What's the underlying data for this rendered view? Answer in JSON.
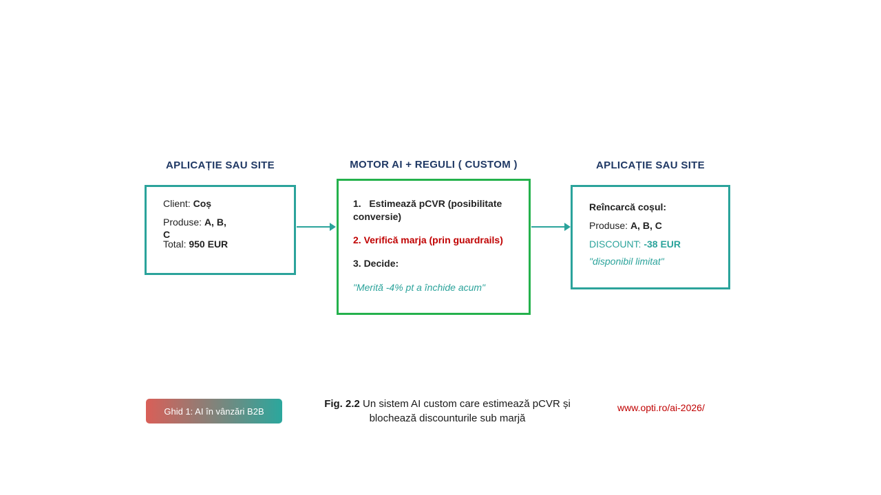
{
  "columns": {
    "left": {
      "heading": "APLICAȚIE SAU SITE",
      "client_label": "Client: ",
      "client_value": "Coș",
      "produse_label": "Produse: ",
      "produse_value": "A, B, C",
      "total_label": "Total: ",
      "total_value": "950 EUR"
    },
    "engine": {
      "heading": "MOTOR AI + REGULI ( CUSTOM )",
      "step1": "1.   Estimează pCVR (posibilitate conversie)",
      "step2": "2. Verifică marja (prin guardrails)",
      "step3": "3. Decide:",
      "quote": "\"Merită -4% pt a închide acum\""
    },
    "right": {
      "heading": "APLICAȚIE SAU SITE",
      "title": "Reîncarcă coșul:",
      "produse_label": "Produse: ",
      "produse_value": "A, B, C",
      "discount_label": "DISCOUNT: ",
      "discount_value": "-38 EUR",
      "note": "\"disponibil limitat\""
    }
  },
  "footer": {
    "badge_label": "Ghid 1: AI în vânzări B2B",
    "caption_prefix": "Fig. 2.2",
    "caption_text": " Un sistem AI custom care estimează pCVR și blochează discounturile sub marjă",
    "link": "www.opti.ro/ai-2026/"
  },
  "colors": {
    "heading_navy": "#1F3864",
    "teal": "#2BA39B",
    "green": "#24B14C",
    "red": "#C00000",
    "link_red": "#C00000",
    "badge_gradient_start": "#D95F58",
    "badge_gradient_end": "#2BA79D"
  }
}
